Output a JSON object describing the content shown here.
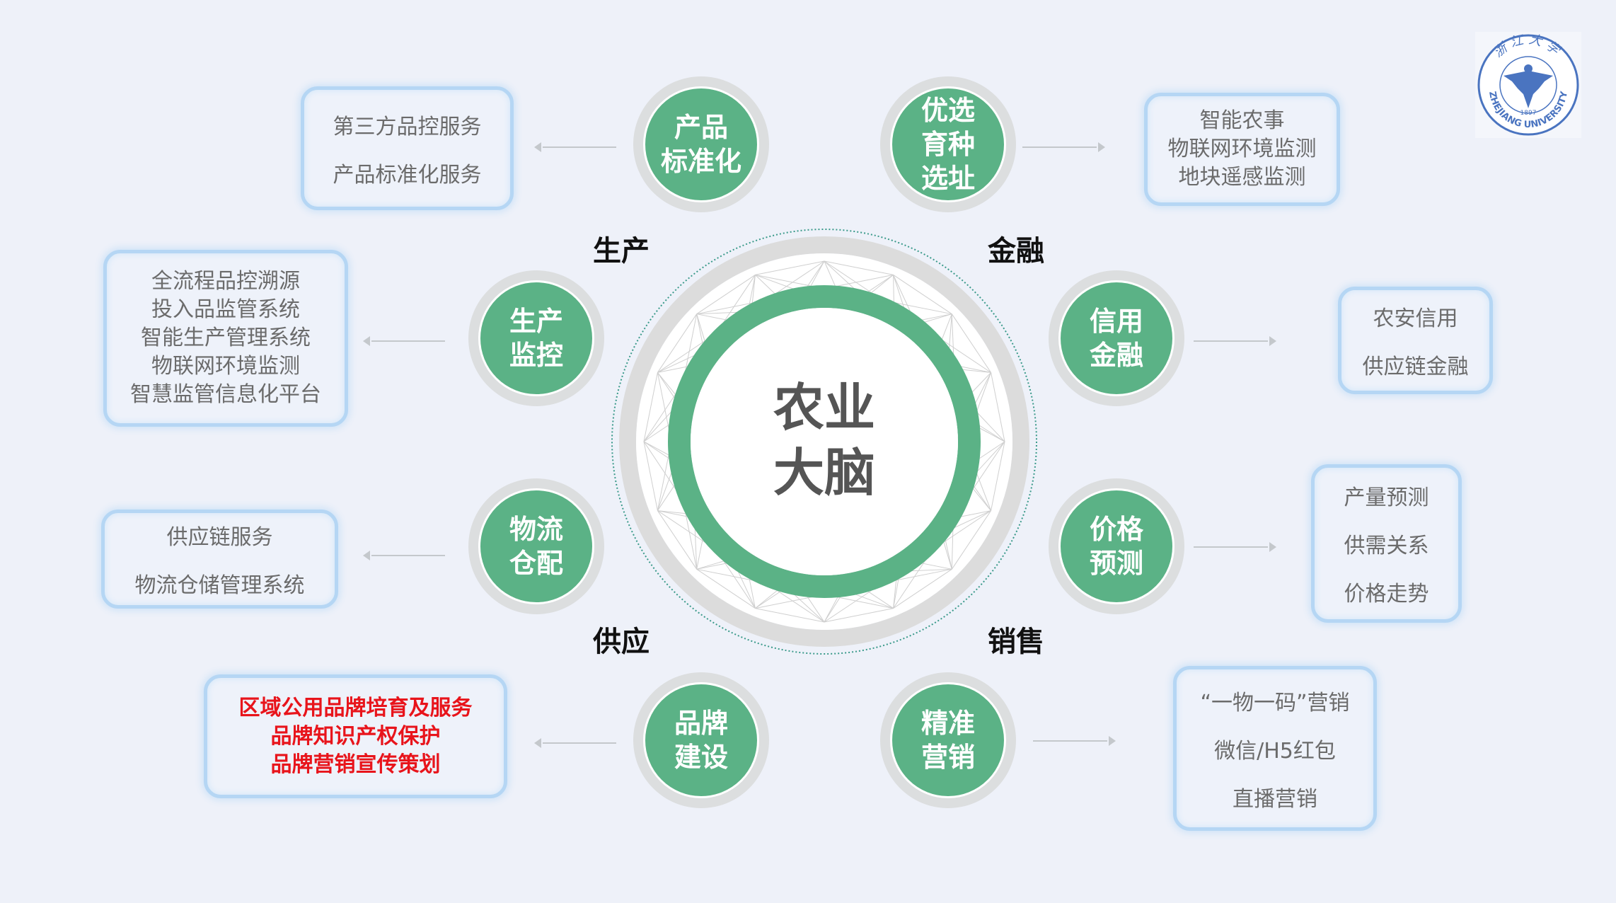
{
  "center": {
    "line1": "农业",
    "line2": "大脑"
  },
  "sections": {
    "production": "生产",
    "finance": "金融",
    "supply": "供应",
    "sales": "销售"
  },
  "nodes": [
    {
      "id": "product-standard",
      "lines": [
        "产品",
        "标准化"
      ]
    },
    {
      "id": "breeding",
      "lines": [
        "优选",
        "育种",
        "选址"
      ]
    },
    {
      "id": "production-monitor",
      "lines": [
        "生产",
        "监控"
      ]
    },
    {
      "id": "credit-finance",
      "lines": [
        "信用",
        "金融"
      ]
    },
    {
      "id": "logistics",
      "lines": [
        "物流",
        "仓配"
      ]
    },
    {
      "id": "price-forecast",
      "lines": [
        "价格",
        "预测"
      ]
    },
    {
      "id": "brand",
      "lines": [
        "品牌",
        "建设"
      ]
    },
    {
      "id": "marketing",
      "lines": [
        "精准",
        "营销"
      ]
    }
  ],
  "boxes": {
    "product_standard": [
      "第三方品控服务",
      "产品标准化服务"
    ],
    "breeding": [
      "智能农事",
      "物联网环境监测",
      "地块遥感监测"
    ],
    "production_monitor": [
      "全流程品控溯源",
      "投入品监管系统",
      "智能生产管理系统",
      "物联网环境监测",
      "智慧监管信息化平台"
    ],
    "credit_finance": [
      "农安信用",
      "供应链金融"
    ],
    "logistics": [
      "供应链服务",
      "物流仓储管理系统"
    ],
    "price_forecast": [
      "产量预测",
      "供需关系",
      "价格走势"
    ],
    "brand": [
      "区域公用品牌培育及服务",
      "品牌知识产权保护",
      "品牌营销宣传策划"
    ],
    "marketing": [
      "“一物一码”营销",
      "微信/H5红包",
      "直播营销"
    ]
  },
  "logo": {
    "text_cn": "浙江大学",
    "text_en": "ZHEJIANG UNIVERSITY",
    "year": "1897"
  },
  "colors": {
    "green": "#5bb286",
    "box_border": "#b5d6f4",
    "red": "#e8141b",
    "background": "#eef1f9"
  }
}
